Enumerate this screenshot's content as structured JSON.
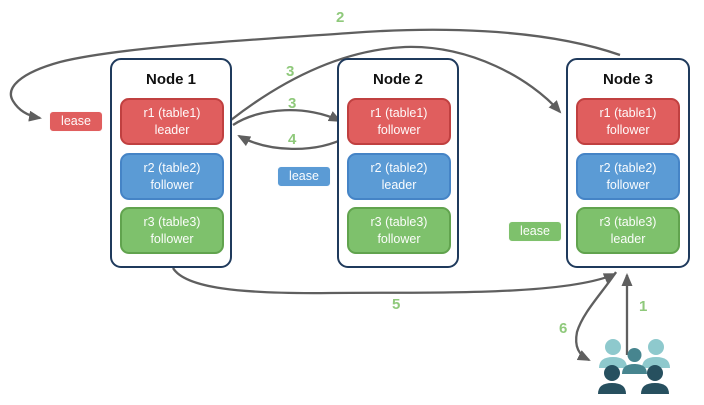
{
  "diagram": {
    "nodes": [
      {
        "title": "Node 1",
        "replicas": [
          {
            "name": "r1 (table1)",
            "role": "leader",
            "color": "red"
          },
          {
            "name": "r2 (table2)",
            "role": "follower",
            "color": "blue"
          },
          {
            "name": "r3 (table3)",
            "role": "follower",
            "color": "green"
          }
        ]
      },
      {
        "title": "Node 2",
        "replicas": [
          {
            "name": "r1 (table1)",
            "role": "follower",
            "color": "red"
          },
          {
            "name": "r2 (table2)",
            "role": "leader",
            "color": "blue"
          },
          {
            "name": "r3 (table3)",
            "role": "follower",
            "color": "green"
          }
        ]
      },
      {
        "title": "Node 3",
        "replicas": [
          {
            "name": "r1 (table1)",
            "role": "follower",
            "color": "red"
          },
          {
            "name": "r2 (table2)",
            "role": "follower",
            "color": "blue"
          },
          {
            "name": "r3 (table3)",
            "role": "leader",
            "color": "green"
          }
        ]
      }
    ],
    "leases": [
      {
        "label": "lease",
        "color": "red"
      },
      {
        "label": "lease",
        "color": "blue"
      },
      {
        "label": "lease",
        "color": "green"
      }
    ],
    "steps": {
      "step1": "1",
      "step2": "2",
      "step3a": "3",
      "step3b": "3",
      "step4": "4",
      "step5": "5",
      "step6": "6"
    },
    "icons": {
      "users": "users-group-icon"
    },
    "colors": {
      "replica_red": "#e05e5e",
      "replica_red_border": "#c04040",
      "replica_blue": "#5b9bd5",
      "replica_blue_border": "#4584c6",
      "replica_green": "#7ec16c",
      "replica_green_border": "#61a34e",
      "node_border": "#1f3a5c",
      "arrow": "#5f5f5f",
      "step_label": "#8fc97b",
      "people_light": "#8ec9cd",
      "people_medium": "#47858f",
      "people_dark": "#27505f"
    }
  }
}
